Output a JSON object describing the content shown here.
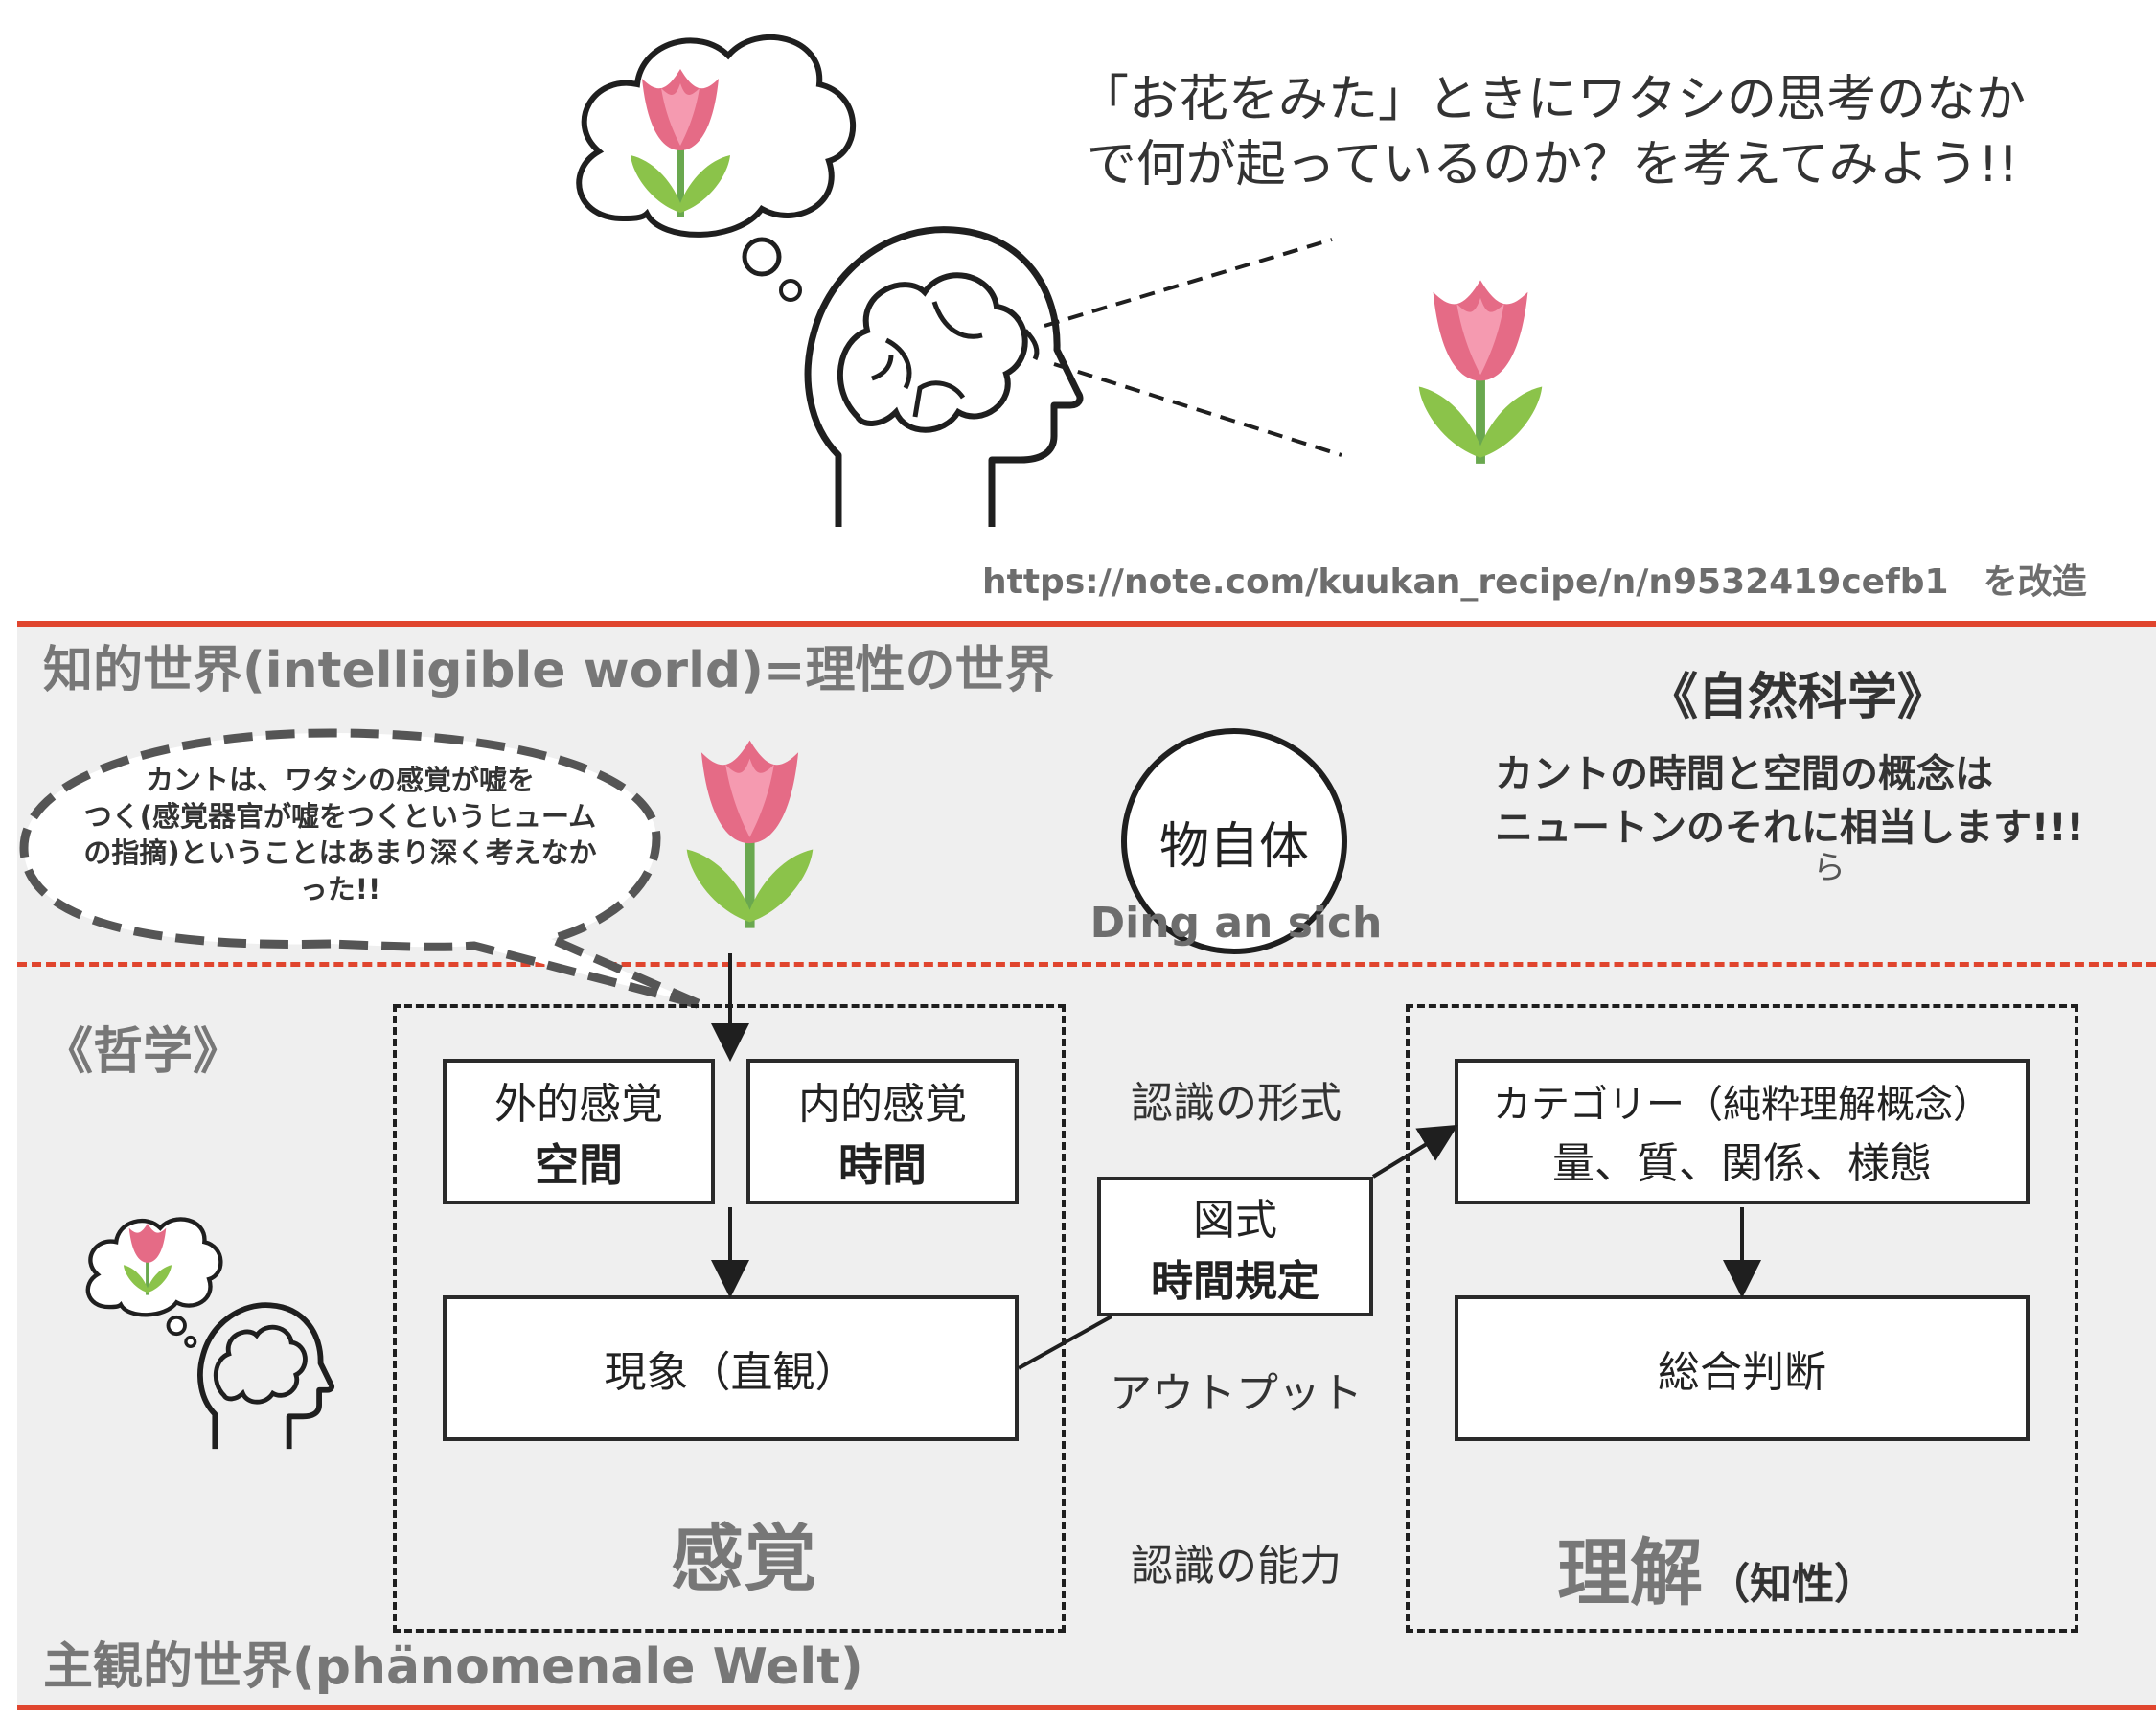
{
  "header": {
    "question_line1": "「お花をみた」ときにワタシの思考のなか",
    "question_line2": "で何が起っているのか？を考えてみよう!!",
    "source": "https://note.com/kuukan_recipe/n/n9532419cefb1　を改造"
  },
  "intelligible": {
    "title": "知的世界(intelligible world)=理性の世界",
    "science_title": "《自然科学》",
    "science_note_line1": "カントの時間と空間の概念は",
    "science_note_line2": "ニュートンのそれに相当します!!!",
    "science_note_mark": "ら",
    "thing_in_itself": "物自体",
    "ding_an_sich": "Ding an sich",
    "speech_line1": "カントは、ワタシの感覚が嘘を",
    "speech_line2": "つく(感覚器官が嘘をつくというヒューム",
    "speech_line3": "の指摘)ということはあまり深く考えなか",
    "speech_line4": "った!!"
  },
  "phenomenal": {
    "philosophy_title": "《哲学》",
    "title": "主観的世界(phänomenale Welt)",
    "outer_sense_label": "外的感覚",
    "outer_sense_value": "空間",
    "inner_sense_label": "内的感覚",
    "inner_sense_value": "時間",
    "phenomenon": "現象（直観）",
    "sensibility": "感覚",
    "form_of_cognition": "認識の形式",
    "schema_label": "図式",
    "schema_value": "時間規定",
    "output": "アウトプット",
    "faculty_of_cognition": "認識の能力",
    "category_line1": "カテゴリー（純粋理解概念）",
    "category_line2": "量、質、関係、様態",
    "synthetic_judgment": "総合判断",
    "understanding": "理解",
    "intellect": "（知性）"
  },
  "colors": {
    "red_line": "#e0452e",
    "band": "#efefef",
    "text": "#2a2a2a",
    "grey_text": "#777777"
  },
  "icons": [
    "tulip-icon",
    "thinking-head-icon",
    "thought-cloud-icon"
  ]
}
